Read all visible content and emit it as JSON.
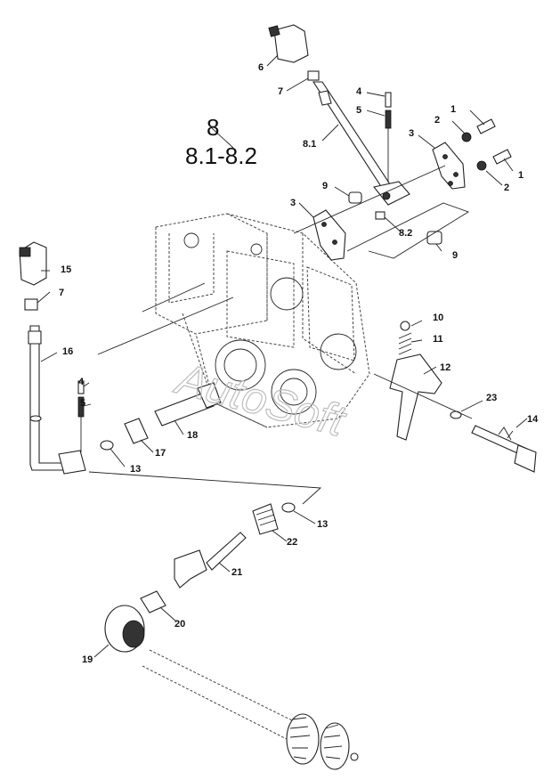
{
  "group": {
    "number": "8",
    "range": "8.1-8.2"
  },
  "watermark": "AutoSoft",
  "callouts": [
    {
      "id": "c1a",
      "text": "1"
    },
    {
      "id": "c1b",
      "text": "1"
    },
    {
      "id": "c2a",
      "text": "2"
    },
    {
      "id": "c2b",
      "text": "2"
    },
    {
      "id": "c3a",
      "text": "3"
    },
    {
      "id": "c3b",
      "text": "3"
    },
    {
      "id": "c4a",
      "text": "4"
    },
    {
      "id": "c4b",
      "text": "4"
    },
    {
      "id": "c5a",
      "text": "5"
    },
    {
      "id": "c5b",
      "text": "5"
    },
    {
      "id": "c6",
      "text": "6"
    },
    {
      "id": "c7a",
      "text": "7"
    },
    {
      "id": "c7b",
      "text": "7"
    },
    {
      "id": "c81",
      "text": "8.1"
    },
    {
      "id": "c82",
      "text": "8.2"
    },
    {
      "id": "c9a",
      "text": "9"
    },
    {
      "id": "c9b",
      "text": "9"
    },
    {
      "id": "c10",
      "text": "10"
    },
    {
      "id": "c11",
      "text": "11"
    },
    {
      "id": "c12",
      "text": "12"
    },
    {
      "id": "c13a",
      "text": "13"
    },
    {
      "id": "c13b",
      "text": "13"
    },
    {
      "id": "c14",
      "text": "14"
    },
    {
      "id": "c15",
      "text": "15"
    },
    {
      "id": "c16",
      "text": "16"
    },
    {
      "id": "c17",
      "text": "17"
    },
    {
      "id": "c18",
      "text": "18"
    },
    {
      "id": "c19",
      "text": "19"
    },
    {
      "id": "c20",
      "text": "20"
    },
    {
      "id": "c21",
      "text": "21"
    },
    {
      "id": "c22",
      "text": "22"
    },
    {
      "id": "c23",
      "text": "23"
    }
  ]
}
